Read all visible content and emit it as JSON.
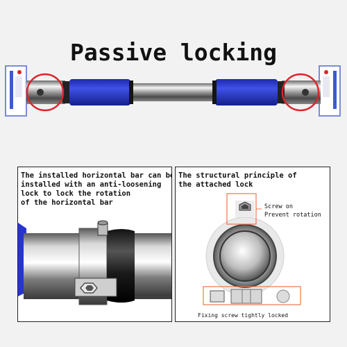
{
  "title": "Passive locking",
  "left_panel": {
    "lines": [
      "The installed horizontal bar can be",
      "installed with an anti-loosening",
      "lock to lock the rotation",
      "of the horizontal bar"
    ]
  },
  "right_panel": {
    "heading_lines": [
      "The structural principle of",
      "the attached lock"
    ],
    "screw_label_lines": [
      "Screw on",
      "Prevent rotation"
    ],
    "bottom_label": "Fixing screw tightly locked"
  },
  "colors": {
    "accent_red": "#d9252b",
    "grip_blue": "#2636c9",
    "callout_orange": "#e8774a"
  }
}
